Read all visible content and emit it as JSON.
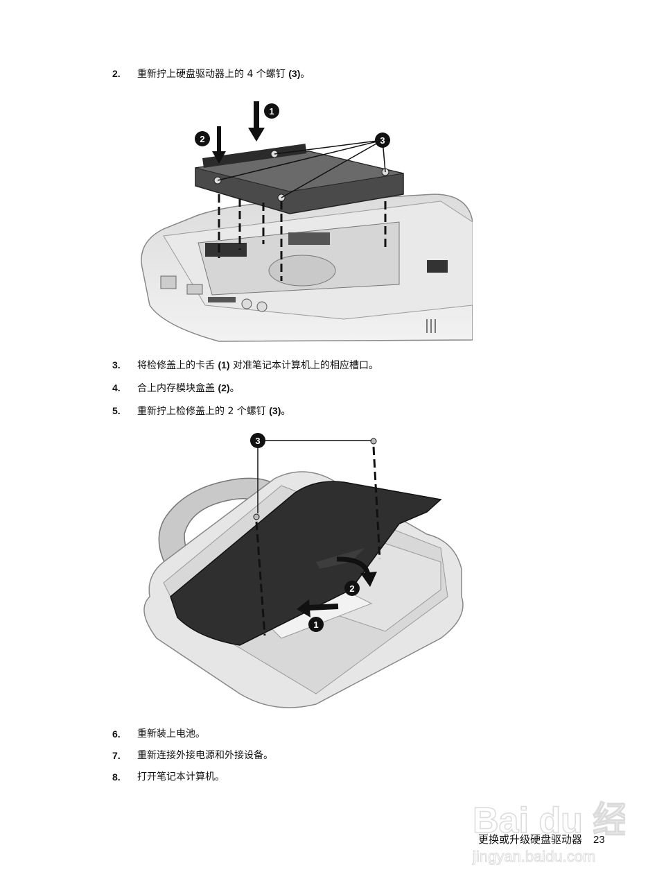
{
  "steps": [
    {
      "num": "2.",
      "pre": "重新拧上硬盘驱动器上的 4 个螺钉 ",
      "ref": "(3)",
      "post": "。"
    },
    {
      "num": "3.",
      "pre": "将检修盖上的卡舌 ",
      "ref": "(1)",
      "post": " 对准笔记本计算机上的相应槽口。"
    },
    {
      "num": "4.",
      "pre": "合上内存模块盒盖 ",
      "ref": "(2)",
      "post": "。"
    },
    {
      "num": "5.",
      "pre": "重新拧上检修盖上的 2 个螺钉 ",
      "ref": "(3)",
      "post": "。"
    },
    {
      "num": "6.",
      "pre": "重新装上电池。",
      "ref": "",
      "post": ""
    },
    {
      "num": "7.",
      "pre": "重新连接外接电源和外接设备。",
      "ref": "",
      "post": ""
    },
    {
      "num": "8.",
      "pre": "打开笔记本计算机。",
      "ref": "",
      "post": ""
    }
  ],
  "figure1": {
    "callouts": [
      "1",
      "2",
      "3"
    ]
  },
  "figure2": {
    "callouts": [
      "3",
      "2",
      "1"
    ]
  },
  "footer": {
    "section": "更换或升级硬盘驱动器",
    "page": "23"
  },
  "watermark": {
    "brand": "Bai du 经验",
    "url": "jingyan.baidu.com"
  }
}
